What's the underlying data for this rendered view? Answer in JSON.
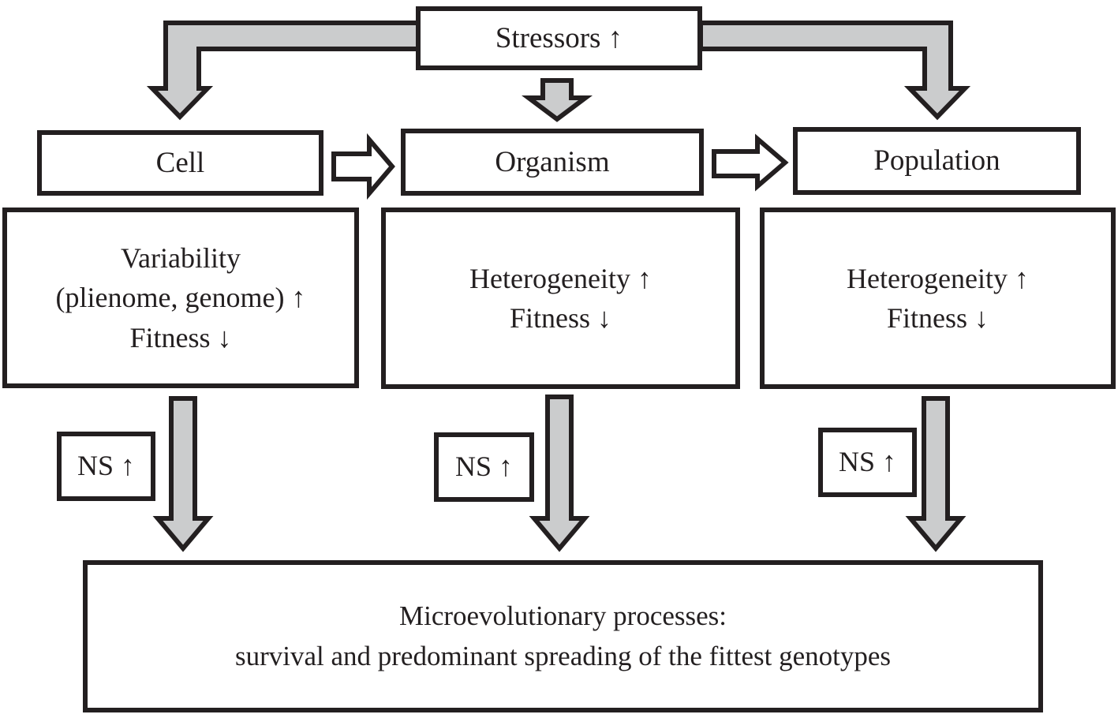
{
  "diagram": {
    "stressors_label": "Stressors ↑",
    "levels": [
      {
        "label": "Cell"
      },
      {
        "label": "Organism"
      },
      {
        "label": "Population"
      }
    ],
    "effects": [
      {
        "lines": [
          "Variability",
          "(plienome, genome) ↑",
          "Fitness ↓"
        ]
      },
      {
        "lines": [
          "Heterogeneity ↑",
          "Fitness ↓"
        ]
      },
      {
        "lines": [
          "Heterogeneity ↑",
          "Fitness ↓"
        ]
      }
    ],
    "ns": [
      {
        "label": "NS ↑"
      },
      {
        "label": "NS ↑"
      },
      {
        "label": "NS ↑"
      }
    ],
    "outcome": {
      "line1": "Microevolutionary processes:",
      "line2": "survival and predominant spreading of the fittest genotypes"
    },
    "colors": {
      "outline": "#231f20",
      "arrow_fill": "#cbcccd",
      "background": "#ffffff"
    }
  }
}
